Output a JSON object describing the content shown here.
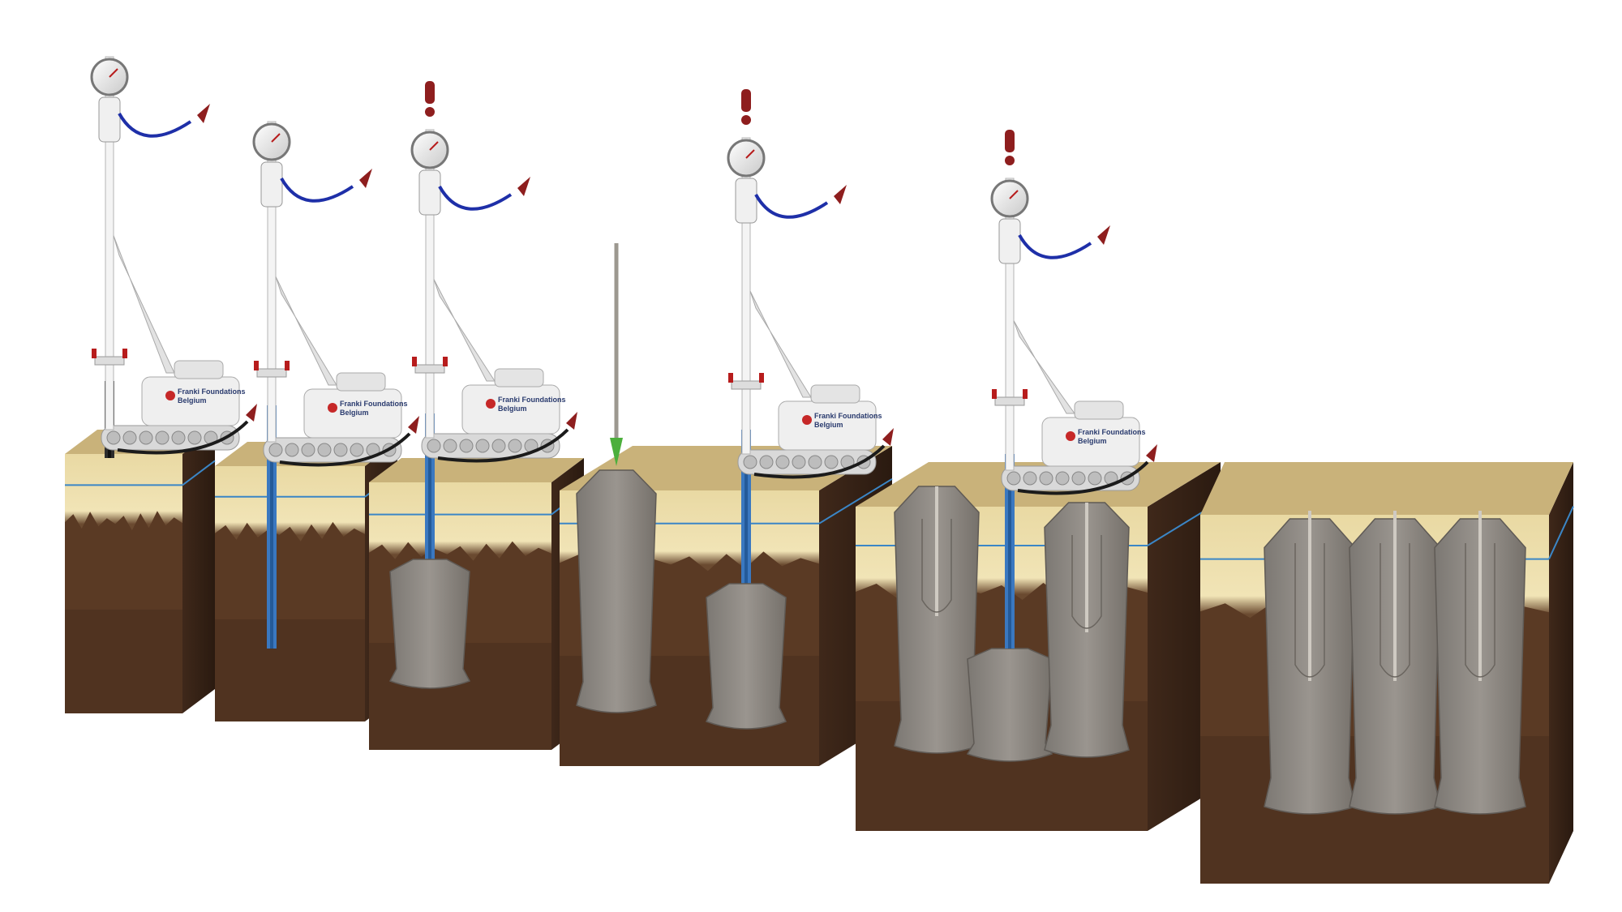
{
  "diagram": {
    "steps": [
      {
        "id": 1,
        "rig": true,
        "casing": "dark",
        "bulb": 0,
        "shaft": 0,
        "rebar": false,
        "alert": false
      },
      {
        "id": 2,
        "rig": true,
        "casing": "blue",
        "bulb": 0,
        "shaft": 0,
        "rebar": false,
        "alert": false
      },
      {
        "id": 3,
        "rig": true,
        "casing": "blue",
        "bulb": 1,
        "shaft": 0,
        "rebar": false,
        "alert": true
      },
      {
        "id": 4,
        "rig": false,
        "casing": "none",
        "bulb": 1,
        "shaft": 1,
        "rebar": true,
        "alert": false
      },
      {
        "id": 5,
        "rig": true,
        "casing": "blue",
        "bulb": 1,
        "shaft": 0,
        "rebar": false,
        "alert": true
      },
      {
        "id": 6,
        "rig": true,
        "casing": "blue",
        "bulb": 3,
        "shaft": 2,
        "rebar": true,
        "alert": true
      },
      {
        "id": 7,
        "rig": false,
        "casing": "none",
        "bulb": 3,
        "shaft": 3,
        "rebar": true,
        "alert": false
      }
    ],
    "rig_logo": {
      "line1": "Franki Foundations",
      "line2": "Belgium"
    },
    "colors": {
      "topsoil": "#d8c48c",
      "sand": "#eadcaa",
      "clay": "#5a3a24",
      "clay_dark": "#3f281a",
      "water_line": "#3b86c6",
      "concrete": "#8c8781",
      "casing_blue": "#3a78c0",
      "casing_dark": "#2d2d2d",
      "hose": "#1e2fa8",
      "alert": "#8e1e1e",
      "rebar": "#cfcac2",
      "rig_body": "#efefef",
      "green_arrow": "#4caf3c"
    }
  }
}
